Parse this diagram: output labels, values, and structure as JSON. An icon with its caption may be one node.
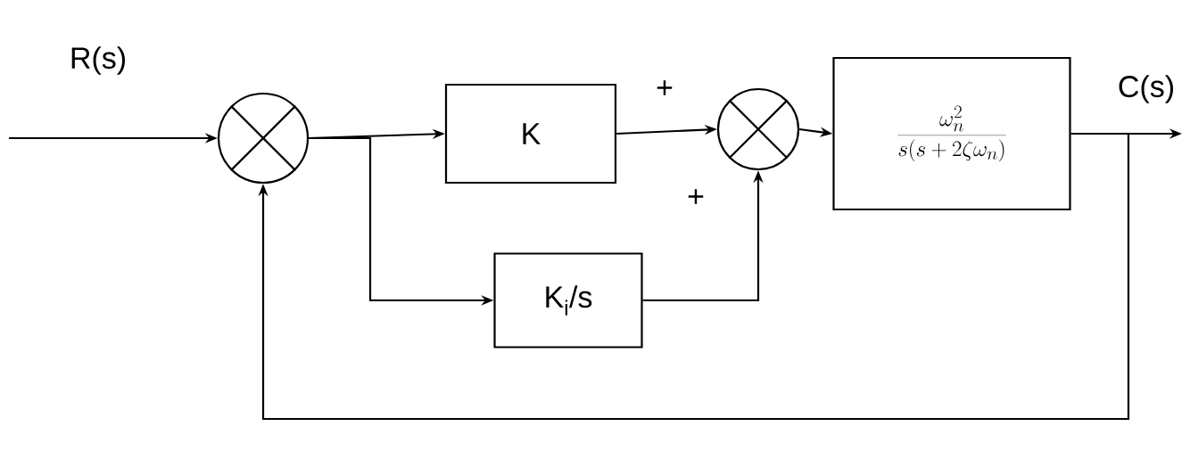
{
  "diagram": {
    "nodes": [
      {
        "text": [],
        "shape": "circle"
      },
      {
        "text": [
          "K"
        ]
      },
      {
        "text": [],
        "shape": "circle"
      },
      {
        "text": [
          "\\frac{\\omega_n^2}{s(s+2\\zeta\\omega_n)}"
        ]
      },
      {
        "text": [
          "K$_{i}$/s"
        ]
      }
    ],
    "edges": [
      {
        "from": null,
        "to": 0,
        "arrow": "to"
      },
      {
        "from": 0,
        "to": 1,
        "arrow": "to"
      },
      {
        "from": 0,
        "to": 4,
        "arrow": "to"
      },
      {
        "from": 1,
        "to": 2,
        "arrow": "to",
        "label": "+"
      },
      {
        "from": 4,
        "to": 2,
        "arrow": "to",
        "label": "+"
      },
      {
        "from": 2,
        "to": 3,
        "arrow": "to"
      },
      {
        "from": 3,
        "to": null,
        "arrow": "to"
      },
      {
        "from": 3,
        "to": 0,
        "arrow": "to"
      }
    ],
    "labels": [
      "R(s)",
      "C(s)"
    ]
  }
}
